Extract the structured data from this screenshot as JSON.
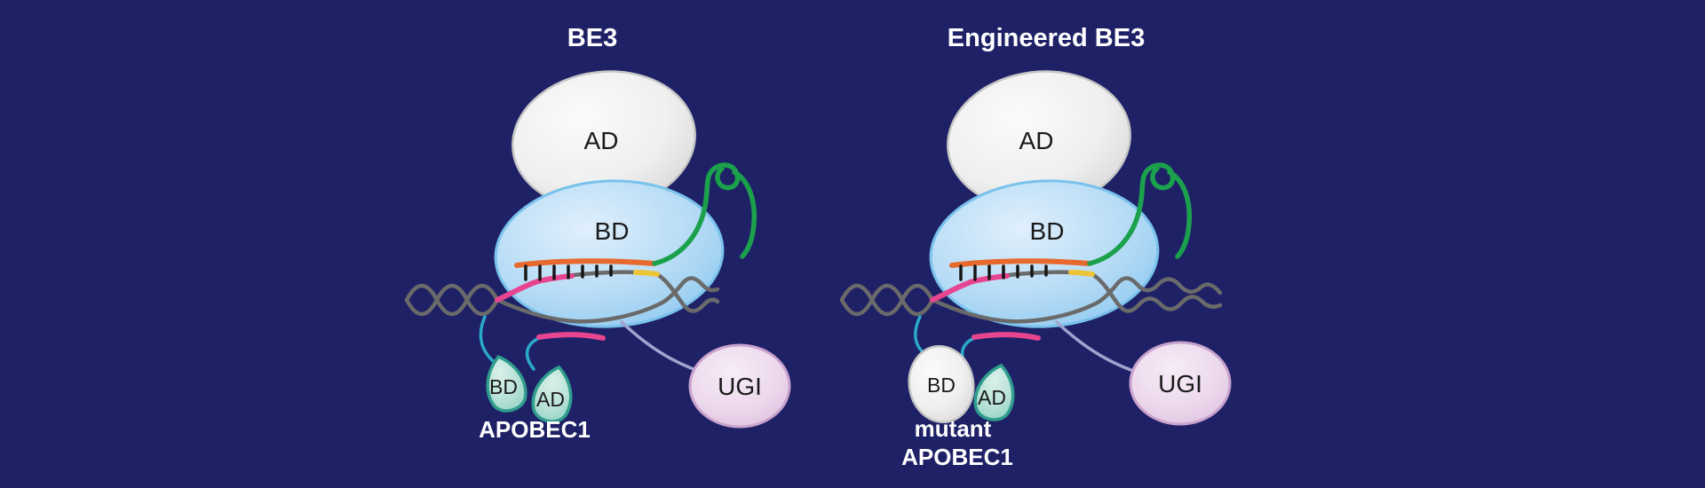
{
  "colors": {
    "background": "#1f2167",
    "label_light": "#ffffff",
    "label_dark": "#1a1a1a",
    "cas9_fill": "#b9ddf6",
    "cas9_stroke": "#79c2ec",
    "ad_fill": "#efefef",
    "ad_stroke": "#c6c6c6",
    "sgrna_green": "#1ba14c",
    "guide_orange": "#e8692e",
    "dna_gray": "#6a6a6a",
    "tick_black": "#161616",
    "target_pink": "#e84590",
    "pam_yellow": "#eec437",
    "apobec_fill": "#b9e2d8",
    "apobec_stroke": "#2f9c8c",
    "ugi_fill": "#ecd9ec",
    "ugi_stroke": "#c9a3cd",
    "linker_cyan": "#2ba9c9",
    "linker_purple": "#a3a3cf"
  },
  "left": {
    "title": "BE3",
    "ad_label": "AD",
    "bd_label": "BD",
    "ugi_label": "UGI",
    "apobec": {
      "bd_label": "BD",
      "ad_label": "AD",
      "name": "APOBEC1"
    }
  },
  "right": {
    "title": "Engineered BE3",
    "ad_label": "AD",
    "bd_label": "BD",
    "ugi_label": "UGI",
    "apobec": {
      "bd_label": "BD",
      "ad_label": "AD",
      "name_line1": "mutant",
      "name_line2": "APOBEC1"
    }
  }
}
